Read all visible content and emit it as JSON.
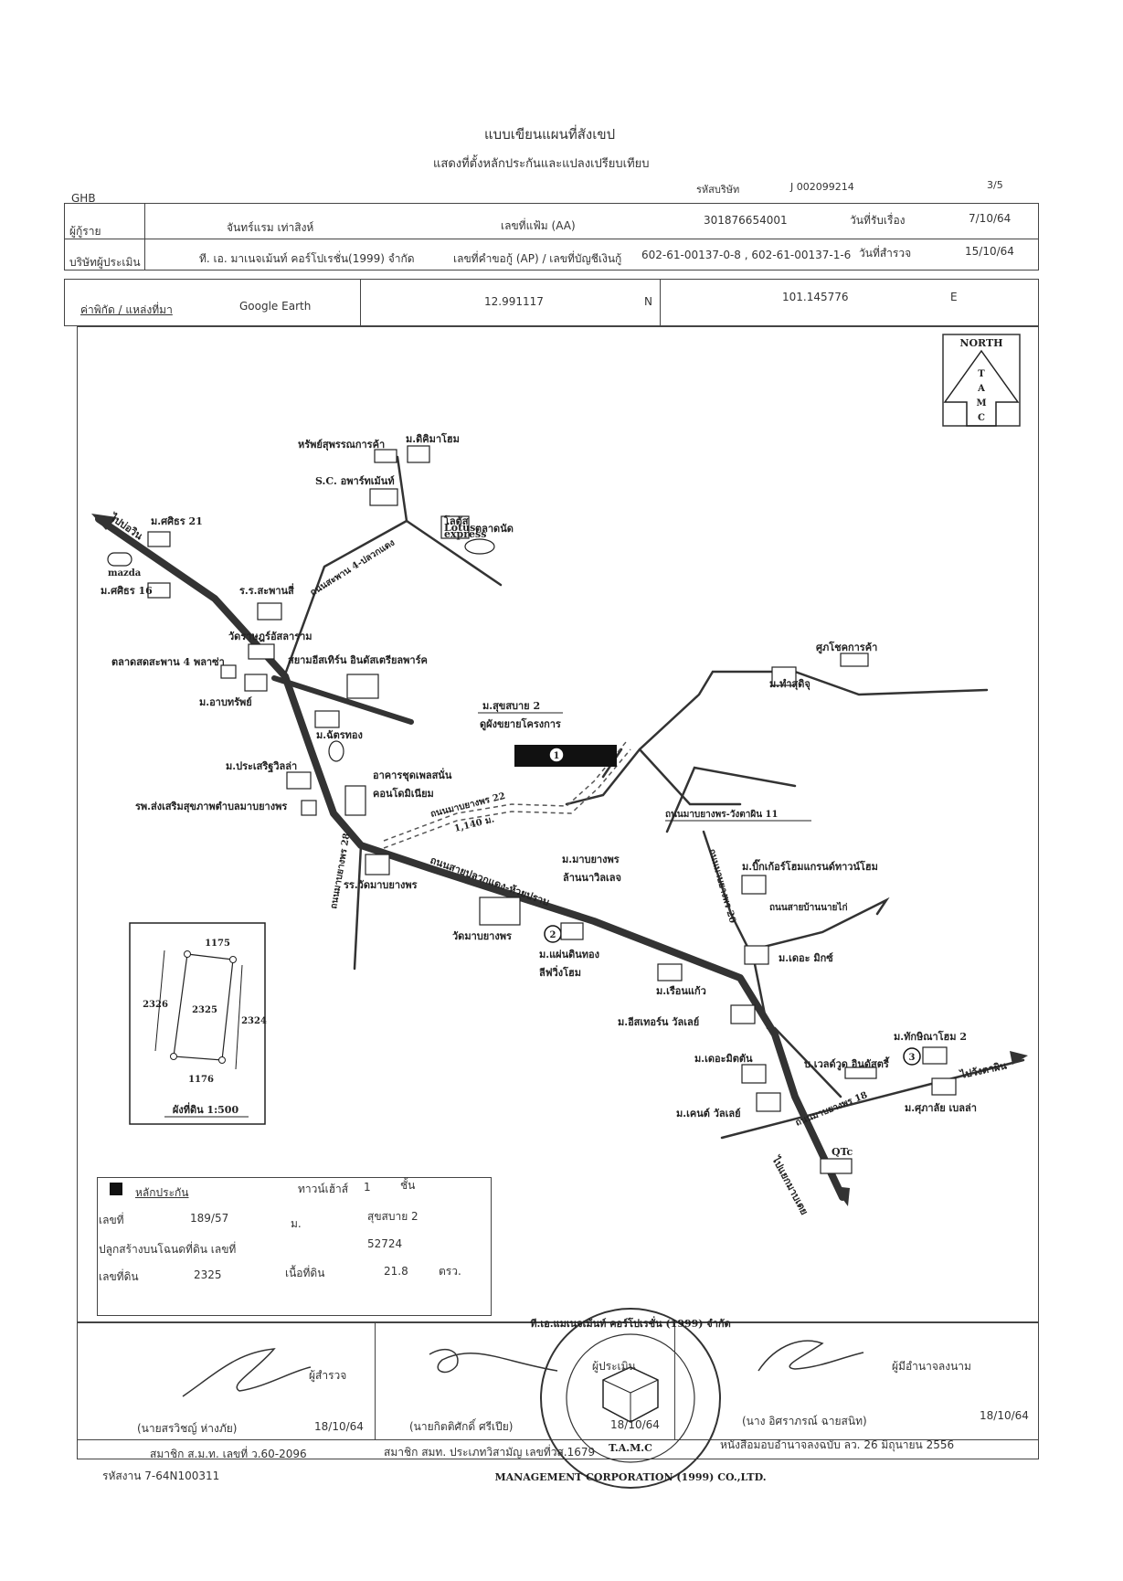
{
  "header": {
    "title": "แบบเขียนแผนที่สังเขป",
    "subtitle": "แสดงที่ตั้งหลักประกันและแปลงเปรียบเทียบ",
    "bank_code": "GHB",
    "company_code_label": "รหัสบริษัท",
    "company_code": "J 002099214",
    "page": "3/5"
  },
  "info": {
    "borrower_label": "ผู้กู้ราย",
    "borrower_name": "จันทร์แรม เท่าสิงห์",
    "file_no_label": "เลขที่แฟ้ม (AA)",
    "file_no": "301876654001",
    "received_label": "วันที่รับเรื่อง",
    "received_date": "7/10/64",
    "appraiser_label": "บริษัทผู้ประเมิน",
    "appraiser_name": "ที. เอ. มาเนจเม้นท์ คอร์โปเรชั่น(1999) จำกัด",
    "request_label": "เลขที่คำขอกู้ (AP) / เลขที่บัญชีเงินกู้",
    "request_no": "602-61-00137-0-8 , 602-61-00137-1-6",
    "survey_label": "วันที่สำรวจ",
    "survey_date": "15/10/64"
  },
  "coords": {
    "label": "ค่าพิกัด / แหล่งที่มา",
    "source": "Google Earth",
    "lat": "12.991117",
    "lat_dir": "N",
    "lon": "101.145776",
    "lon_dir": "E"
  },
  "north": {
    "label": "NORTH",
    "letters": [
      "T",
      "A",
      "M",
      "C"
    ]
  },
  "map": {
    "to_bankhai": "ไปบ่อวิน",
    "to_rayong": "ไปแยกมาบเตย",
    "to_wangchan": "ไปวังตาผิน",
    "mazda": "mazda",
    "kasira21": "ม.ศศิธร 21",
    "kasira16": "ม.ศศิธร 16",
    "hubsub": "หรัพย์สุพรรณการค้า",
    "dikima": "ม.ดิคิมาโฮม",
    "sc_apart": "S.C. อพาร์ทเม้นท์",
    "market": "ตลาดนัด",
    "lotus_top": "โลตัส",
    "lotus_mid": "Lotus",
    "lotus_bot": "express",
    "road_sapan": "ถนนสะพาน 4-ปลวกแดง",
    "school_sapan": "ร.ร.สะพานสี่",
    "temple_raj": "วัดราษฎร์อัสลาราม",
    "market_sapan": "ตลาดสดสะพาน 4 พลาซ่า",
    "siam_eastern": "สยามอีสเทิร์น อินดัสเตรียลพาร์ค",
    "arbsub": "ม.อาบทรัพย์",
    "chattong": "ม.ฉัตรทอง",
    "prasert": "ม.ประเสริฐวิลล่า",
    "hospital": "รพ.ส่งเสริมสุขภาพตำบลมาบยางพร",
    "condo1": "อาคารชุดเพลสนั่น",
    "condo2": "คอนโดมิเนียม",
    "subject_name": "ม.สุขสบาย 2",
    "subject_sub": "ดูผังขยายโครงการ",
    "shopping": "ศูภโชคการค้า",
    "thansiri": "ม.ทำสุดิจุ",
    "road22": "ถนนมาบยางพร 22",
    "dist": "1,140 ม.",
    "road11": "ถนนมาบยางพร-วังตาผิน 11",
    "road28": "ถนนมาบยางพร 28",
    "main_road": "ถนนสายปลวกแดง-ห้วยปราบ",
    "school_mab": "รร.วัดมาบยางพร",
    "mabyang_village": "ม.มาบยางพร",
    "lannavilla": "ล้านนาวิลเลจ",
    "wat_mab": "วัดมาบยางพร",
    "paendin1": "ม.แผ่นดินทอง",
    "paendin2": "ลีฟวิ่งโฮม",
    "ruenkaew": "ม.เรือนแก้ว",
    "eastern_v": "ม.อีสเทอร์น วัลเลย์",
    "bigger": "ม.บิ๊กเก้อร์โฮมแกรนด์ทาวน์โฮม",
    "road20": "ถนนมาบยางพร 20",
    "banhai_road": "ถนนสายบ้านนายไก่",
    "the_mix": "ม.เดอะ มิกซ์",
    "the_mitr": "ม.เดอะมิตตัน",
    "kent": "ม.เคนต์ วัลเลย์",
    "well_world": "บ.เวลด์วูด อินดัสตรี้",
    "taksina": "ม.ทักษิณาโฮม 2",
    "supalai": "ม.ศุภาลัย เบลล่า",
    "road18": "ถนนมาบยางพร 18",
    "qtc": "QTc",
    "mark1": "1",
    "mark2": "2",
    "mark3": "3"
  },
  "plot": {
    "n_top": "1175",
    "n_left": "2326",
    "n_center": "2325",
    "n_right": "2324",
    "n_bottom": "1176",
    "scale": "ผังที่ดิน 1:500"
  },
  "collateral": {
    "title": "หลักประกัน",
    "type_label": "ทาวน์เฮ้าส์",
    "floors": "1",
    "floors_unit": "ชั้น",
    "no_label": "เลขที่",
    "no": "189/57",
    "village_label": "ม.",
    "village": "สุขสบาย 2",
    "deed_label": "ปลูกสร้างบนโฉนดที่ดิน เลขที่",
    "deed": "52724",
    "land_no_label": "เลขที่ดิน",
    "land_no": "2325",
    "area_label": "เนื้อที่ดิน",
    "area": "21.8",
    "area_unit": "ตรว."
  },
  "signatures": {
    "inspector_title": "ผู้สำรวจ",
    "inspector_name": "(นายสรวิชญ์ ห่างภัย)",
    "inspector_date": "18/10/64",
    "inspector_member": "สมาชิก ส.ม.ท. เลขที่ ว.60-2096",
    "appraiser_title": "ผู้ประเมิน",
    "appraiser_name": "(นายกิตติศักดิ์ ศรีเปีย)",
    "appraiser_date": "18/10/64",
    "appraiser_member": "สมาชิก สมท. ประเภทวิสามัญ เลขที่วส.1679",
    "authority_title": "ผู้มีอำนาจลงนาม",
    "authority_name": "(นาง อิศราภรณ์ ฉายสนิท)",
    "authority_date": "18/10/64",
    "authority_note": "หนังสือมอบอำนาจลงฉบับ ลว. 26 มิถุนายน 2556",
    "stamp_text": "ที.เอ.แมเนจเม้นท์ คอร์โปเรชั่น (1999) จำกัด",
    "stamp_text2": "MANAGEMENT CORPORATION (1999) CO.,LTD.",
    "stamp_logo": "T.A.M.C"
  },
  "footer": {
    "work_code": "รหัสงาน 7-64N100311"
  }
}
